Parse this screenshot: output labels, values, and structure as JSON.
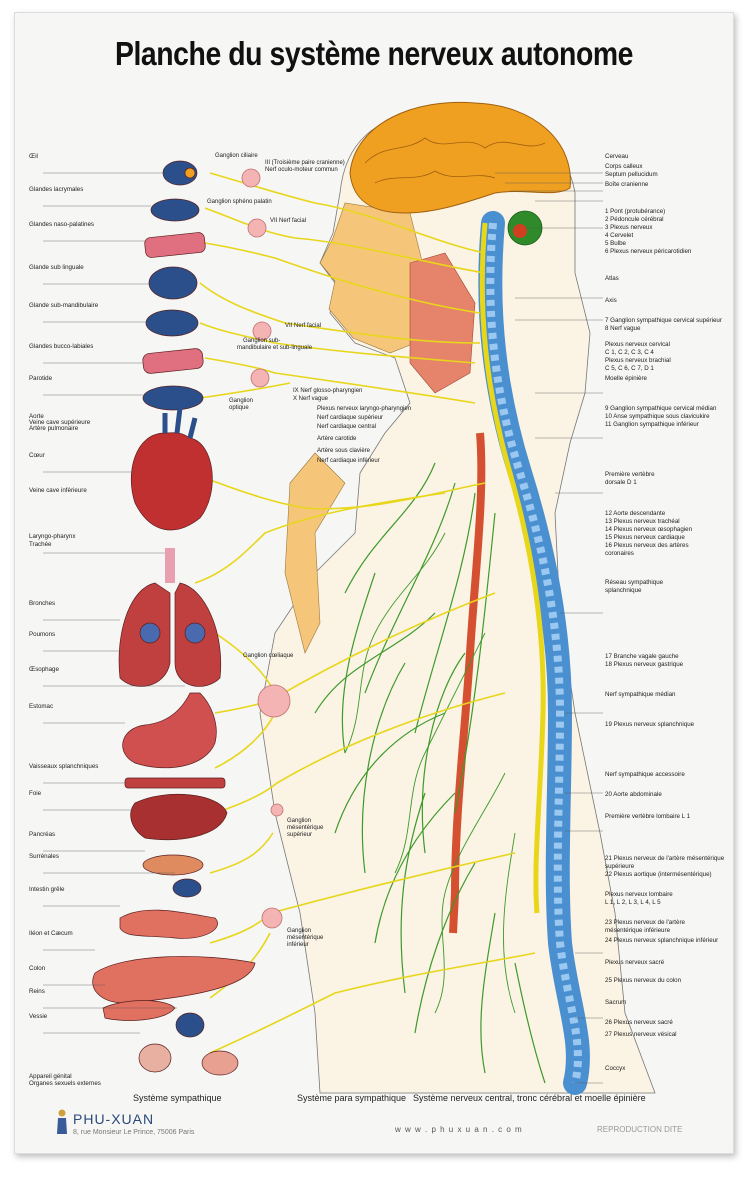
{
  "title": "Planche du système nerveux autonome",
  "left_labels": [
    "Œil",
    "Glandes lacrymales",
    "Glandes naso-palatines",
    "Glande sub linguale",
    "Glande sub-mandibulaire",
    "Glandes bucco-labiales",
    "Parotide",
    "Aorte",
    "Veine cave supérieure",
    "Artère pulmonaire",
    "Cœur",
    "Veine cave inférieure",
    "Laryngo-pharynx",
    "Trachée",
    "Bronches",
    "Poumons",
    "Œsophage",
    "Estomac",
    "Vaisseaux splanchniques",
    "Foie",
    "Pancréas",
    "Surrénales",
    "Intestin grêle",
    "Iléon et Cæcum",
    "Colon",
    "Reins",
    "Vessie",
    "Appareil génital",
    "Organes sexuels externes"
  ],
  "middle_labels": {
    "ganglion_ciliaire": "Ganglion ciliaire",
    "nerf_iii": "III (Troisième paire cranienne)",
    "nerf_oculo": "Nerf oculo-moteur commun",
    "ganglion_spheno": "Ganglion sphéno palatin",
    "vii_facial_1": "VII Nerf facial",
    "vii_facial_2": "VII Nerf facial",
    "ganglion_sub": "Ganglion sub-",
    "ganglion_sub2": "mandibulaire et sub-linguale",
    "ganglion_optique": "Ganglion",
    "ganglion_optique2": "optique",
    "ix": "IX Nerf glosso-pharyngien",
    "x": "X Nerf vague",
    "plexus_laryngo": "Plexus nerveux laryngo-pharyngien",
    "nerf_card_sup": "Nerf cardiaque supérieur",
    "nerf_card_cent": "Nerf cardiaque central",
    "artere_carotide": "Artère carotide",
    "artere_sous": "Artère sous clavière",
    "nerf_card_inf": "Nerf cardiaque inférieur",
    "ganglion_coeliaque": "Ganglion cœliaque",
    "ganglion_mes_sup": "Ganglion",
    "ganglion_mes_sup2": "mésentérique",
    "ganglion_mes_sup3": "supérieur",
    "ganglion_mes_inf": "Ganglion",
    "ganglion_mes_inf2": "mésentérique",
    "ganglion_mes_inf3": "inférieur"
  },
  "right_labels": [
    "Cerveau",
    "Corps calleux",
    "Septum pellucidum",
    "Boîte cranienne",
    "1 Pont (protubérance)",
    "2 Pédoncule cérébral",
    "3 Plexus nerveux",
    "4 Cervelet",
    "5 Bulbe",
    "6 Plexus nerveux péricarotidien",
    "Atlas",
    "Axis",
    "7 Ganglion sympathique cervical supérieur",
    "8 Nerf vague",
    "Plexus nerveux cervical",
    "C 1, C 2, C 3, C 4",
    "Plexus nerveux brachial",
    "C 5, C 6, C 7, D 1",
    "Moelle épinière",
    "9 Ganglion sympathique cervical médian",
    "10 Anse sympathique sous clavicukire",
    "11 Ganglion sympathique inférieur",
    "Première vertèbre",
    "dorsale D 1",
    "12 Aorte descendante",
    "13 Plexus nerveux trachéal",
    "14 Plexus nerveux œsophagien",
    "15 Plexus nerveux cardiaque",
    "16 Plexus nerveux des artères",
    "coronaires",
    "Réseau sympathique",
    "splanchnique",
    "17 Branche vagale gauche",
    "18 Plexus nerveux gastrique",
    "Nerf sympathique médian",
    "19 Plexus nerveux splanchnique",
    "Nerf sympathique accessoire",
    "20 Aorte abdominale",
    "Première vertèbre lombaire L 1",
    "21 Plexus nerveux de l'artère mésentérique",
    "supérieure",
    "22 Plexus aortique (intermésentérique)",
    "Plexus nerveux lombaire",
    "L 1, L 2, L 3, L 4, L 5",
    "23 Plexus nerveux de l'artère",
    "mésentérique inférieure",
    "24 Plexus nerveux splanchnique inférieur",
    "Plexus nerveux sacré",
    "25 Plexus nerveux du colon",
    "Sacrum",
    "26 Plexus nerveux sacré",
    "27 Plexus nerveux vésical",
    "Coccyx"
  ],
  "captions": [
    "Système sympathique",
    "Système para sympathique",
    "Système nerveux central, tronc cérébral et moelle épinière"
  ],
  "footer": {
    "brand": "PHU-XUAN",
    "address": "8, rue Monsieur Le Prince, 75006 Paris",
    "website": "w w w . p h u x u a n . c o m",
    "reproduction": "REPRODUCTION     DITE"
  },
  "colors": {
    "nerve_yellow": "#e8d61a",
    "nerve_green": "#3c9a2a",
    "spine_blue": "#4a90d0",
    "brain_orange": "#f0a020",
    "organ_red": "#c03030",
    "organ_blue": "#2a4f8a",
    "skin": "#f5c67a"
  }
}
